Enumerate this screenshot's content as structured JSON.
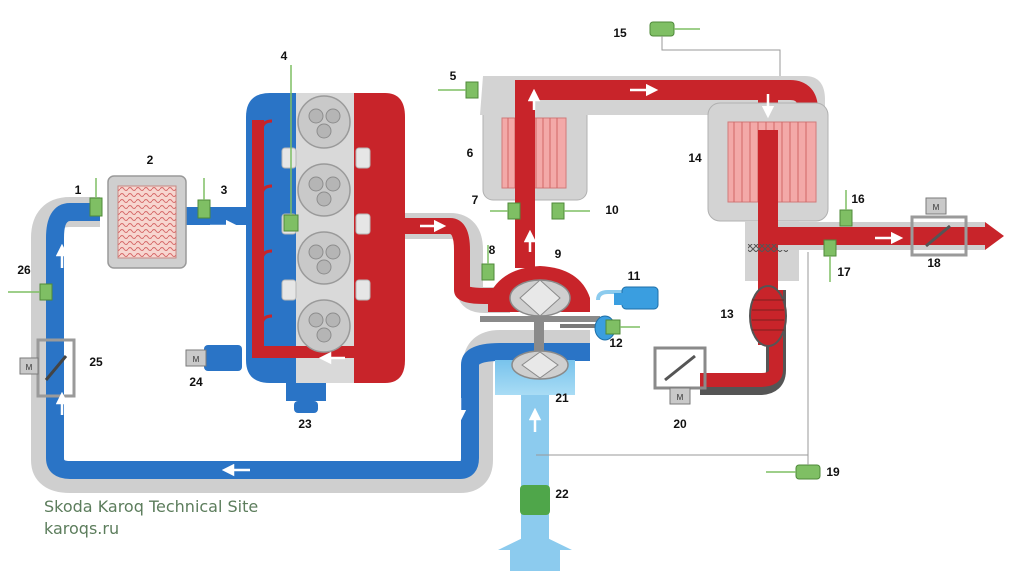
{
  "watermark": {
    "line1": "Skoda Karoq Technical Site",
    "line2": "karoqs.ru"
  },
  "colors": {
    "hot_gas": "#c8242a",
    "cold_air": "#2a74c6",
    "light_cold_air": "#8ccbee",
    "warm_air": "#f3a9a8",
    "housing": "#d3d3d3",
    "sensor": "#7fbf64",
    "valve_blue": "#3a9ee0",
    "wire": "#9a9a9a"
  },
  "labels": [
    "1",
    "2",
    "3",
    "4",
    "5",
    "6",
    "7",
    "8",
    "9",
    "10",
    "11",
    "12",
    "13",
    "14",
    "15",
    "16",
    "17",
    "18",
    "19",
    "20",
    "21",
    "22",
    "23",
    "24",
    "25",
    "26"
  ]
}
